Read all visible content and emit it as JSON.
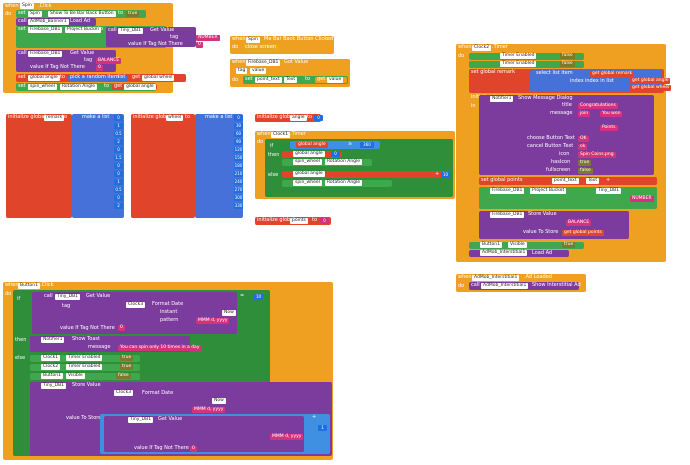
{
  "blocks": {
    "when_spin_click": {
      "when": "when",
      "comp": "Spin",
      "event": ".Click",
      "do": "do"
    },
    "set_spin_enabled": {
      "set": "set",
      "comp": "Spin",
      "prop": "Show To Be Bar Back Button",
      "to": "to",
      "val": "true"
    },
    "admob_load": {
      "call": "call",
      "comp": "AdMob_Banner1",
      "method": "Load Ad"
    },
    "set_firebase_bucket": {
      "set": "set",
      "comp": "Firebase_DB1",
      "prop": "Project Bucket",
      "to": "to",
      "call": "call",
      "comp2": "Tiny_DB1",
      "method": "Get Value",
      "tag": "tag",
      "tag_val": "NUMBER",
      "ifnot": "value If Tag Not There",
      "ifnot_val": "0"
    },
    "call_firebase_get": {
      "call": "call",
      "comp": "Firebase_DB1",
      "method": "Get Value",
      "tag": "tag",
      "tag_val": "BALANCE",
      "ifnot": "value If Tag Not There",
      "ifnot_val": "0"
    },
    "set_global_angle": {
      "set": "set",
      "var": "global angle",
      "to": "to",
      "pick": "pick a random item",
      "list": "list",
      "get": "get",
      "list_var": "global wheel"
    },
    "set_spin_rotation": {
      "set": "set",
      "comp": "spin_wheel",
      "prop": "Rotation Angle",
      "to": "to",
      "get": "get",
      "var": "global angle"
    },
    "when_spin_back": {
      "when": "when",
      "comp": "Spin",
      "event": "Me Bar Back Button Clicked",
      "do": "do",
      "close": "close screen"
    },
    "when_firebase_got": {
      "when": "when",
      "comp": "Firebase_DB1",
      "event": "Got Value",
      "params": [
        "tag",
        "value"
      ],
      "do": "do",
      "set": "set",
      "comp2": "point_text",
      "prop": "Text",
      "to": "to",
      "get": "get",
      "var": "value"
    },
    "init_remark": {
      "init": "initialize global",
      "name": "remark",
      "to": "to",
      "make": "make a list",
      "values": [
        "0",
        "1",
        "0.5",
        "2",
        "0",
        "1.5",
        "0",
        "0",
        "1",
        "0.5",
        "0",
        "2"
      ]
    },
    "init_wheel": {
      "init": "initialize global",
      "name": "wheel",
      "to": "to",
      "make": "make a list",
      "values": [
        "0",
        "30",
        "60",
        "90",
        "120",
        "150",
        "180",
        "210",
        "240",
        "270",
        "300",
        "330"
      ]
    },
    "init_angle": {
      "init": "initialize global",
      "name": "angle",
      "to": "to",
      "val": "0"
    },
    "init_points": {
      "init": "initialize global",
      "name": "points",
      "to": "to",
      "val": "0"
    },
    "when_clock1_timer": {
      "when": "when",
      "comp": "Clock1",
      "event": ".Timer",
      "do": "do",
      "if": "if",
      "then": "then",
      "else": "else",
      "op": "≥",
      "cmp_val": "360",
      "get": "get",
      "var": "global angle",
      "set": "set",
      "zero": "0",
      "rot_prop": "Rotation Angle",
      "comp2": "spin_wheel",
      "plus": "+",
      "step": "10"
    },
    "when_clock2_timer": {
      "when": "when",
      "comp": "Clock2",
      "event": ".Timer",
      "do": "do",
      "clock1_prop": "Timer Enabled",
      "clock2_prop": "Timer Enabled",
      "false": "false",
      "set_remark": "set global remark",
      "select": "select list item",
      "list": "list",
      "index": "index",
      "index_in": "index in list",
      "thing": "thing",
      "get_remark": "get global remark",
      "get_angle": "get global angle",
      "get_wheel": "get global wheel",
      "init_local": "initialize local",
      "item": "item",
      "in": "in",
      "dialog": "Notifier1",
      "dialog_method": "Show Message Dialog",
      "title": "title",
      "title_val": "Congratulations",
      "message": "message",
      "join": "join",
      "msg_a": "You won",
      "msg_b": "Points",
      "choose": "choose Button Text",
      "choose_val": "OK",
      "cancel": "cancel Button Text",
      "cancel_val": "ok",
      "icon": "icon",
      "icon_val": "Spin Coins.png",
      "hascancel": "hasIcon",
      "true": "true",
      "fullscreen": "fullscreen",
      "set_points": "set global points",
      "points_comp": "point_text",
      "points_prop": "Text",
      "plus": "+",
      "fb_bucket": "Firebase_DB1",
      "fb_prop": "Project Bucket",
      "fb_store": "Store Value",
      "store_tag": "BALANCE",
      "store_val": "value To Store",
      "get_points": "get global points",
      "button_prop": "Button1",
      "visible": "Visible",
      "tiny_get": "Tiny_DB1",
      "tag_num": "NUMBER",
      "admob": "AdMob_Interstitial1",
      "load_ad": "Load Ad"
    },
    "when_admob_loaded": {
      "when": "when",
      "comp": "AdMob_Interstitial1",
      "event": ".Ad Loaded",
      "do": "do",
      "call": "call",
      "comp2": "AdMob_Interstitial1",
      "method": "Show Interstitial Ad"
    },
    "when_button1_click": {
      "when": "when",
      "comp": "Button1",
      "event": ".Click",
      "do": "do",
      "if": "if",
      "then": "then",
      "else": "else",
      "call": "call",
      "tiny": "Tiny_DB1",
      "method": "Get Value",
      "tag": "tag",
      "clock": "Clock3",
      "format_date": "Format Date",
      "instant": "instant",
      "now": "Now",
      "pattern": "pattern",
      "pattern_val": "MMM d, yyyy",
      "ifnot": "value If Tag Not There",
      "ifnot_val": "0",
      "eq": "=",
      "compare": "10",
      "notifier": "Notifier1",
      "show_toast": "Show Toast",
      "message": "message",
      "toast_val": "You can spin only 10 times in a day",
      "clock1": "Clock1",
      "clock2": "Clock2",
      "timer": "Timer Enabled",
      "true": "true",
      "button": "Button1",
      "visible": "Visible",
      "false": "false",
      "store": "Store Value",
      "value_store": "value To Store",
      "plus": "+",
      "one": "1"
    }
  },
  "colors": {
    "event": "#f0a021",
    "setter": "#3fa84c",
    "global": "#e0452b",
    "list": "#4571d8",
    "math": "#1f6fe0",
    "text": "#d3337a",
    "logic": "#7d7a2c"
  }
}
